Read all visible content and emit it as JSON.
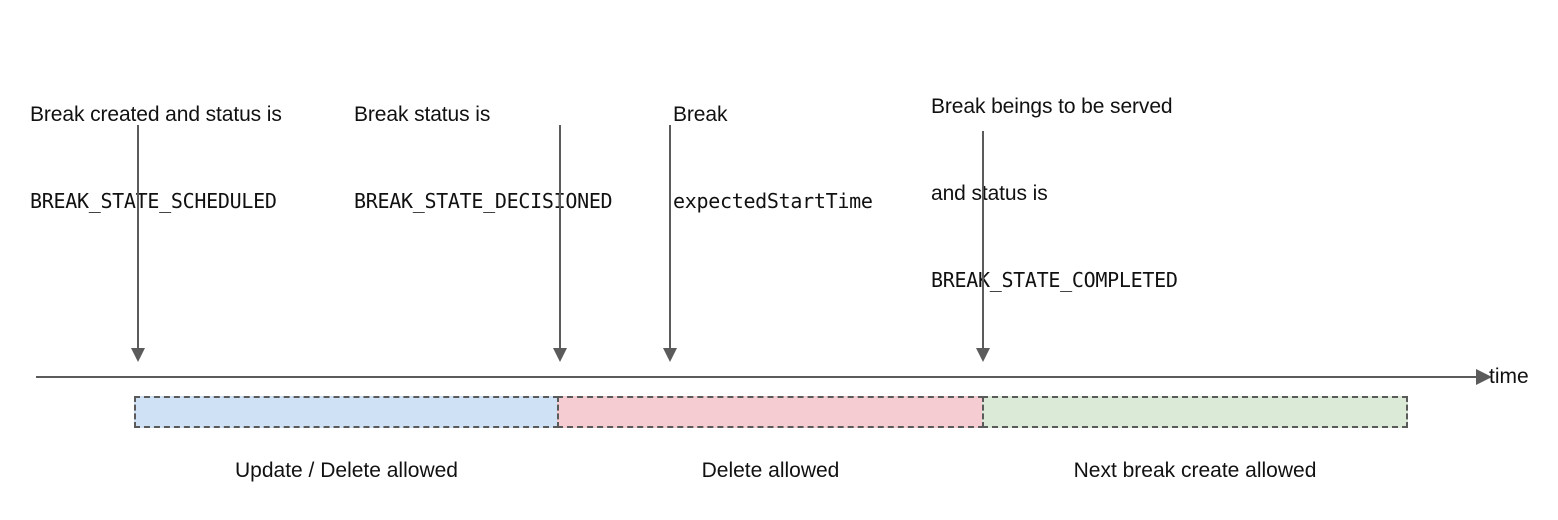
{
  "diagram": {
    "title": "Break lifecycle timeline",
    "axis": {
      "label": "time",
      "arrow_icon": "arrow-right-icon"
    },
    "milestones": [
      {
        "id": "scheduled",
        "arrow_icon": "arrow-down-icon",
        "lines": [
          {
            "text": "Break created and status is",
            "style": "prose"
          },
          {
            "text": "BREAK_STATE_SCHEDULED",
            "style": "mono"
          }
        ]
      },
      {
        "id": "decisioned",
        "arrow_icon": "arrow-down-icon",
        "lines": [
          {
            "text": "Break status is",
            "style": "prose"
          },
          {
            "text": "BREAK_STATE_DECISIONED",
            "style": "mono"
          }
        ]
      },
      {
        "id": "expected-start",
        "arrow_icon": "arrow-down-icon",
        "lines": [
          {
            "text": "Break",
            "style": "prose"
          },
          {
            "text": "expectedStartTime",
            "style": "mono"
          }
        ]
      },
      {
        "id": "completed",
        "arrow_icon": "arrow-down-icon",
        "lines": [
          {
            "text": "Break beings to be served",
            "style": "prose"
          },
          {
            "text": "and status is",
            "style": "prose"
          },
          {
            "text": "BREAK_STATE_COMPLETED",
            "style": "mono"
          }
        ]
      }
    ],
    "phases": [
      {
        "id": "scheduled",
        "caption": "Update / Delete allowed",
        "fill": "#cfe1f4",
        "border": "#5a5a5a"
      },
      {
        "id": "decisioned",
        "caption": "Delete allowed",
        "fill": "#f4ccd1",
        "border": "#5a5a5a"
      },
      {
        "id": "completed",
        "caption": "Next break create allowed",
        "fill": "#dbead7",
        "border": "#5a5a5a"
      }
    ],
    "colors": {
      "stroke": "#5b5b5b",
      "text": "#111111",
      "background": "#ffffff"
    }
  }
}
